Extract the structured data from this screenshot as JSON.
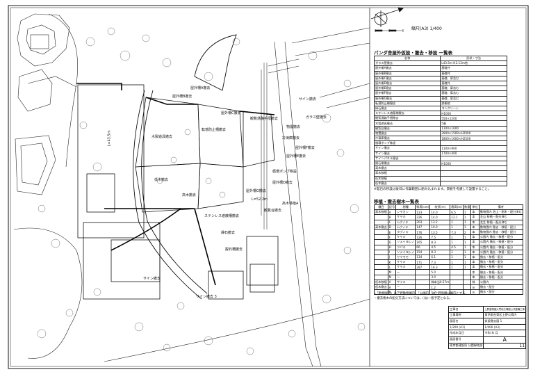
{
  "scale_text": "縮尺(A3) 1/400",
  "table1": {
    "title": "パンダ舎屋外仮設・撤去・移設 一覧表",
    "headers": [
      "名称",
      "形状・寸法"
    ],
    "rows": [
      [
        "ガラス壁撤去",
        "L43.5m H2.13m他"
      ],
      [
        "屋外柵A撤去",
        "基礎共"
      ],
      [
        "屋外柵B撤去",
        "基礎共"
      ],
      [
        "屋外柵C撤去",
        "基礎、扉含む"
      ],
      [
        "屋外柵D撤去",
        "基礎共"
      ],
      [
        "屋外柵E撤去",
        "基礎、扉含む"
      ],
      [
        "屋外柵F撤去",
        "基礎、扉含む"
      ],
      [
        "屋外柵G撤去",
        "基礎、扉含む"
      ],
      [
        "転落防止柵撤去",
        "鉄柵他"
      ],
      [
        "縁石撤去",
        "コンクリート"
      ],
      [
        "ステンレス遮蔽柵撤去",
        "H1000"
      ],
      [
        "観覧通路手摺撤去",
        "550×1200"
      ],
      [
        "木製遊具撤去",
        "5基"
      ],
      [
        "観覧台撤去",
        "1100×1600"
      ],
      [
        "物置撤去",
        "2900×1500×H2000"
      ],
      [
        "冷凍庫撤去",
        "1800×1600×H2500"
      ],
      [
        "循環ポンプ移設",
        ""
      ],
      [
        "サイン撤去",
        "1100×900"
      ],
      [
        "サイン撤去",
        "1700×400"
      ],
      [
        "サインパネル撤去",
        ""
      ],
      [
        "擬石柵撤去",
        "H1000"
      ],
      [
        "高木撤去",
        ""
      ],
      [
        "高木移植",
        ""
      ],
      [
        "低木移植",
        ""
      ],
      [
        "低木撤去",
        ""
      ]
    ]
  },
  "note1": "※竪石の移設は後日に作業範囲に組み込まれます。景観を考慮して設置すること。",
  "table2": {
    "title": "移植・撤去樹木一覧表",
    "headers": [
      "種目",
      "記号",
      "樹種",
      "幹周(cm)",
      "枝張(m)",
      "樹高(m)",
      "数量",
      "単位",
      "備考"
    ],
    "rows": [
      [
        "高木移植",
        "A",
        "シラカシ",
        "123",
        "14.0",
        "6.5",
        "1",
        "本",
        "動物園内 芝山・樹木・配分済む"
      ],
      [
        "",
        "B",
        "ケヤキ",
        "226",
        "14.0",
        "12.1",
        "1",
        "本",
        "芝山 移植・配分済む"
      ],
      [
        "",
        "C",
        "ムクノキ",
        "203",
        "13.2",
        "1",
        "1",
        "本",
        "芝生 移植・配分済む"
      ],
      [
        "高木撤去",
        "D",
        "ムクノキ",
        "147",
        "10.0",
        "1",
        "1",
        "本",
        "動物園内 撤去・移植・配分"
      ],
      [
        "",
        "E",
        "タブノキ",
        "176",
        "13.5",
        "7.3",
        "2",
        "本",
        "動物園内 撤去・移植・配分"
      ],
      [
        "",
        "F",
        "ケヤキ",
        "126",
        "7.5",
        "1",
        "1",
        "本",
        "公園内 撤去・移植・配分"
      ],
      [
        "",
        "G",
        "ソメイヨシノ",
        "165",
        "8.3",
        "1",
        "1",
        "本",
        "公園内 撤去・移植・配分"
      ],
      [
        "",
        "H",
        "ツバキ",
        "66",
        "4.5",
        "4.5",
        "1",
        "本",
        "公園内 撤去・移植・配分"
      ],
      [
        "",
        "I",
        "ソメイヨシノ",
        "154",
        "8.3",
        "1",
        "1",
        "本",
        "公園内 撤去・移植・配分"
      ],
      [
        "",
        "J",
        "ヤマモモ",
        "134",
        "6.1",
        "1",
        "1",
        "本",
        "撤去・移植・配分"
      ],
      [
        "",
        "K",
        "ケヤキ",
        "171",
        "7.3",
        "1",
        "1",
        "本",
        "撤去・移植・配分"
      ],
      [
        "",
        "L",
        "ケヤキ",
        "287",
        "16.3",
        "1",
        "1",
        "本",
        "撤去・移植・配分"
      ],
      [
        "",
        "M",
        "ー",
        "",
        "5.0",
        "",
        "",
        "本",
        "撤去・移植・配分"
      ],
      [
        "",
        "N",
        "ー",
        "",
        "3.0",
        "",
        "",
        "本",
        "撤去・移植・配分"
      ],
      [
        "低木移植",
        "A",
        "サツキ",
        "",
        "株本当0.57m",
        "",
        "",
        "株",
        "公園内"
      ],
      [
        "低木撤去",
        "A",
        "ー",
        "",
        "1.2",
        "",
        "",
        "m",
        "撤去・配分"
      ],
      [
        "",
        "B",
        "ー",
        "",
        "1.2",
        "",
        "",
        "m",
        "撤去・配分"
      ]
    ]
  },
  "note2a": "・「動物園内」は上野動物園内、「公園内」は上野恩賜公園内とする。",
  "note2b": "・撤去樹木の配分方法については、()は一般予定となる。",
  "title_block": {
    "r1_label": "工事名",
    "r1_value": "上野動物園大門前広場園公共整備工事",
    "r2_label": "工事場所",
    "r2_value": "東京都台東区上野公園内",
    "r3_label": "図面名",
    "r3_value": "仮設撤去図 1",
    "scale_a": "1/200 (A1)",
    "scale_b": "1/400 (A3)",
    "date_label": "作成年月日",
    "date_value": "令和 年 月",
    "drawing_no_label": "図面番号",
    "drawing_no": "A",
    "sheet_no": "11",
    "office": "東京都建設局 公園緑地部"
  },
  "map_labels": {
    "l_sign": "サイン撤去",
    "l_freezer": "冷凍庫撤去",
    "l_storage": "物置撤去",
    "l_glass": "ガラス壁撤去",
    "l_fence_a": "屋外柵A撤去",
    "l_fence_b": "屋外柵B撤去",
    "l_fence_c": "屋外柵C撤去",
    "l_fence_d": "屋外柵D撤去",
    "l_fence_e": "屋外柵E撤去",
    "l_fence_f": "屋外柵F撤去",
    "l_fence_g": "屋外柵G撤去",
    "l_pump": "循環ポンプ移設",
    "l_curb": "縁石撤去",
    "l_stainless": "ステンレス遮蔽柵撤去",
    "l_observe": "観覧台撤去",
    "l_play": "木製遊具撤去",
    "l_tree_a": "高木移植A",
    "l_tree_b": "高木撤去",
    "l_tree_c": "低木撤去",
    "l_rail": "観覧通路手摺撤去",
    "l_stone": "擬石柵撤去",
    "l_sign2": "サイン撤去",
    "l_sign3": "サイン撤去 3",
    "l_fall": "転落防止柵撤去",
    "l_len": "L=52.2m",
    "l_len2": "L=43.5m"
  }
}
